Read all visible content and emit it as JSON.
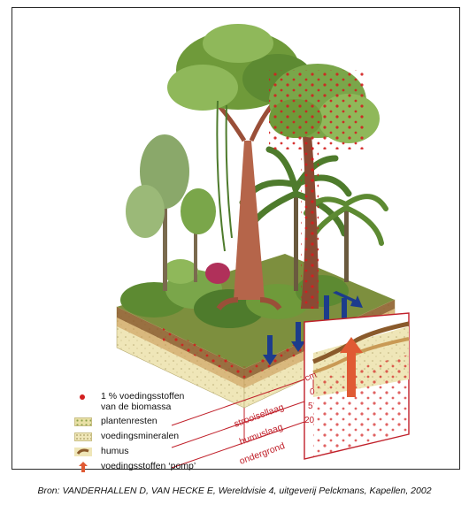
{
  "legend": {
    "items": [
      {
        "symbol": "red-dot",
        "text_line1": "1 % voedingsstoffen",
        "text_line2": "van de biomassa"
      },
      {
        "symbol": "plantenresten-swatch",
        "text": "plantenresten"
      },
      {
        "symbol": "voedingsmineralen-swatch",
        "text": "voedingsmineralen"
      },
      {
        "symbol": "humus-swatch",
        "text": "humus"
      },
      {
        "symbol": "red-arrow-up",
        "text": "voedingsstoffen ‘pomp’"
      }
    ]
  },
  "soil_profile": {
    "unit": "cm",
    "scale_marks": [
      "0",
      "5",
      "20"
    ],
    "layers": [
      "strooisellaag",
      "humuslaag",
      "ondergrond"
    ]
  },
  "colors": {
    "nutrient_red": "#d21f1f",
    "soil_sand": "#efe6b8",
    "leaf_green": "#6f9a3a",
    "arrow_blue": "#1c3c8c",
    "label_red": "#c0202a"
  },
  "caption": "Bron: VANDERHALLEN D, VAN HECKE E, Wereldvisie 4, uitgeverij Pelckmans, Kapellen, 2002"
}
